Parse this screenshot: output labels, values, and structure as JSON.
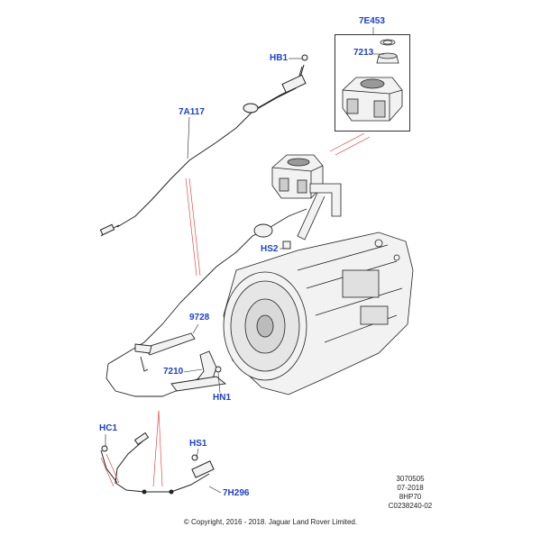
{
  "callouts": {
    "c7E453": "7E453",
    "c7213": "7213",
    "cHB1": "HB1",
    "c7A117": "7A117",
    "cHS2": "HS2",
    "c9728": "9728",
    "c7210": "7210",
    "cHN1": "HN1",
    "cHC1": "HC1",
    "cHS1": "HS1",
    "c7H296": "7H296"
  },
  "meta": {
    "ref": "3070505",
    "date": "07-2018",
    "model": "8HP70",
    "code": "C0238240-02"
  },
  "copyright": "© Copyright, 2016 - 2018. Jaguar Land Rover Limited.",
  "colors": {
    "callout": "#1a3fd6",
    "leader": "#e03030",
    "line": "#222222",
    "fill": "#f2f2f2"
  }
}
